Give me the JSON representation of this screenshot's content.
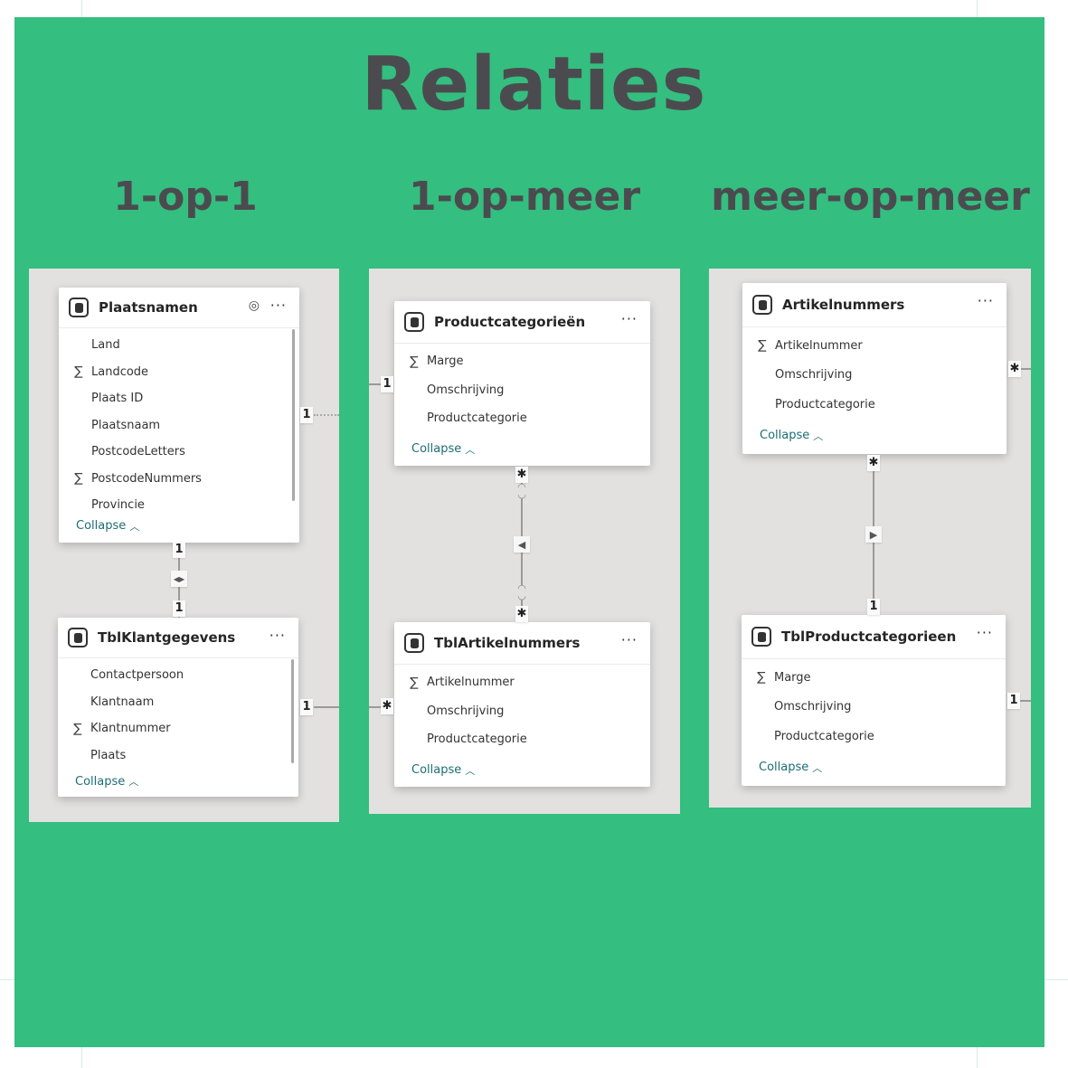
{
  "title": "Relaties",
  "sections": [
    {
      "label": "1-op-1"
    },
    {
      "label": "1-op-meer"
    },
    {
      "label": "meer-op-meer"
    }
  ],
  "colors": {
    "background": "#34be7f",
    "panel": "#e2e1e0",
    "heading": "#4b4b4f",
    "collapse": "#1d6e74"
  },
  "tables": {
    "plaatsnamen": {
      "name": "Plaatsnamen",
      "fields": [
        {
          "label": "Land",
          "sum": false
        },
        {
          "label": "Landcode",
          "sum": true
        },
        {
          "label": "Plaats ID",
          "sum": false
        },
        {
          "label": "Plaatsnaam",
          "sum": false
        },
        {
          "label": "PostcodeLetters",
          "sum": false
        },
        {
          "label": "PostcodeNummers",
          "sum": true
        },
        {
          "label": "Provincie",
          "sum": false
        }
      ],
      "collapse": "Collapse"
    },
    "tblklantgegevens": {
      "name": "TblKlantgegevens",
      "fields": [
        {
          "label": "Contactpersoon",
          "sum": false
        },
        {
          "label": "Klantnaam",
          "sum": false
        },
        {
          "label": "Klantnummer",
          "sum": true
        },
        {
          "label": "Plaats",
          "sum": false
        }
      ],
      "collapse": "Collapse"
    },
    "productcategorieen": {
      "name": "Productcategorieën",
      "fields": [
        {
          "label": "Marge",
          "sum": true
        },
        {
          "label": "Omschrijving",
          "sum": false
        },
        {
          "label": "Productcategorie",
          "sum": false
        }
      ],
      "collapse": "Collapse"
    },
    "tblartikelnummers": {
      "name": "TblArtikelnummers",
      "fields": [
        {
          "label": "Artikelnummer",
          "sum": true
        },
        {
          "label": "Omschrijving",
          "sum": false
        },
        {
          "label": "Productcategorie",
          "sum": false
        }
      ],
      "collapse": "Collapse"
    },
    "artikelnummers": {
      "name": "Artikelnummers",
      "fields": [
        {
          "label": "Artikelnummer",
          "sum": true
        },
        {
          "label": "Omschrijving",
          "sum": false
        },
        {
          "label": "Productcategorie",
          "sum": false
        }
      ],
      "collapse": "Collapse"
    },
    "tblproductcategorieen": {
      "name": "TblProductcategorieen",
      "fields": [
        {
          "label": "Marge",
          "sum": true
        },
        {
          "label": "Omschrijving",
          "sum": false
        },
        {
          "label": "Productcategorie",
          "sum": false
        }
      ],
      "collapse": "Collapse"
    }
  },
  "icons": {
    "sum": "∑",
    "more": "···",
    "eye": "◎",
    "chevron_up": "︿",
    "both": "◀▶",
    "left": "◀",
    "right": "▶"
  },
  "cardinality": {
    "one": "1",
    "many": "✱"
  }
}
